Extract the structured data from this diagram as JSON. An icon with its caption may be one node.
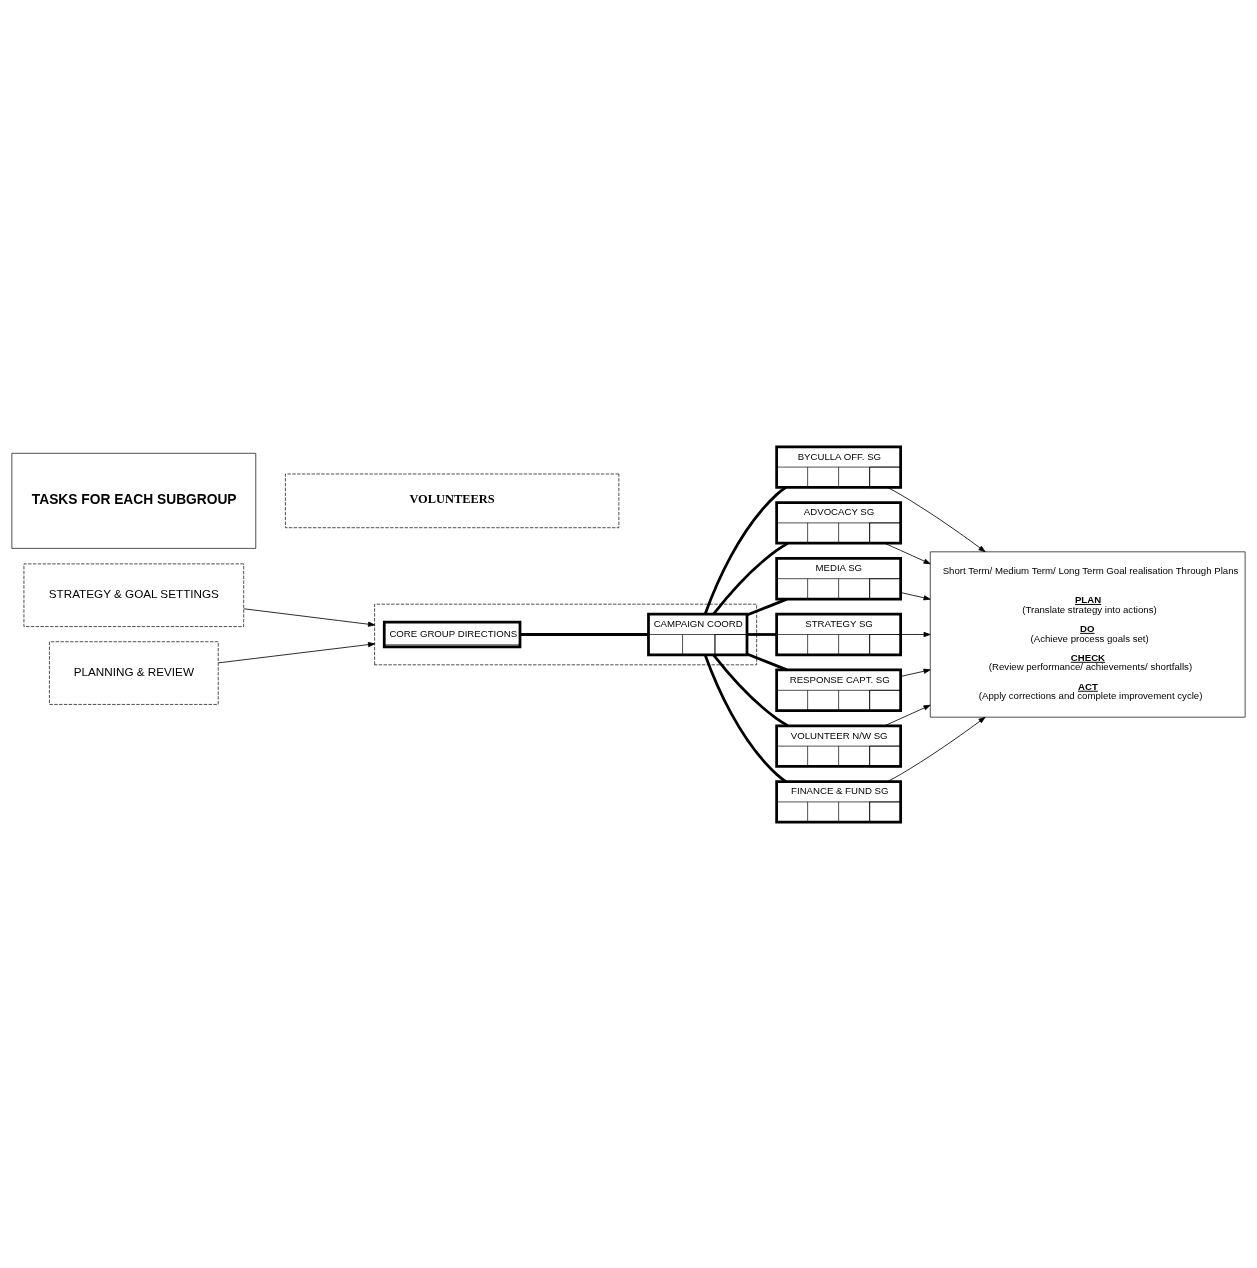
{
  "diagram": {
    "nodes": [
      {
        "text": [
          "STRATEGY & GOAL SETTINGS"
        ]
      },
      {
        "text": [],
        "shape": "box"
      },
      {
        "text": [
          "CORE GROUP DIRECTIONS"
        ],
        "in": 1
      },
      {
        "text": [
          "CAMPAIGN COORD"
        ],
        "in": 1
      },
      {
        "text": [
          "PLANNING & REVIEW"
        ]
      },
      {
        "text": [
          "TASKS FOR EACH SUBGROUP"
        ]
      },
      {
        "text": [
          "BYCULLA OFF. SG"
        ]
      },
      {
        "text": [
          "ADVOCACY SG"
        ]
      },
      {
        "text": [
          "MEDIA SG"
        ]
      },
      {
        "text": [
          "STRATEGY SG"
        ]
      },
      {
        "text": [
          "RESPONSE CAPT. SG"
        ]
      },
      {
        "text": [
          "VOLUNTEER N/W SG"
        ]
      },
      {
        "text": [
          "FINANCE & FUND SG"
        ]
      },
      {
        "text": [
          "Short Term/ Medium Term/ Long Term Goal realisation Through Plans",
          "PLAN",
          "(Translate strategy into actions)",
          "DO",
          "(Achieve process goals set)",
          "CHECK",
          "(Review performance/ achievements/ shortfalls)",
          "ACT",
          "(Apply corrections and complete improvement cycle)"
        ]
      },
      {
        "text": [
          "VOLUNTEERS"
        ]
      }
    ],
    "edges": [
      {
        "from": 0,
        "to": 1,
        "arrow": "to"
      },
      {
        "from": 4,
        "to": 1,
        "arrow": "to"
      },
      {
        "from": 2,
        "to": 3,
        "arrow": "none",
        "style": "thick"
      },
      {
        "from": 3,
        "to": 6,
        "arrow": "none",
        "style": "thick"
      },
      {
        "from": 3,
        "to": 7,
        "arrow": "none",
        "style": "thick"
      },
      {
        "from": 3,
        "to": 8,
        "arrow": "none",
        "style": "thick"
      },
      {
        "from": 3,
        "to": 9,
        "arrow": "none",
        "style": "thick"
      },
      {
        "from": 3,
        "to": 10,
        "arrow": "none",
        "style": "thick"
      },
      {
        "from": 3,
        "to": 11,
        "arrow": "none",
        "style": "thick"
      },
      {
        "from": 3,
        "to": 12,
        "arrow": "none",
        "style": "thick"
      },
      {
        "from": 6,
        "to": 13,
        "arrow": "to"
      },
      {
        "from": 7,
        "to": 13,
        "arrow": "to"
      },
      {
        "from": 8,
        "to": 13,
        "arrow": "to"
      },
      {
        "from": 9,
        "to": 13,
        "arrow": "to"
      },
      {
        "from": 10,
        "to": 13,
        "arrow": "to"
      },
      {
        "from": 11,
        "to": 13,
        "arrow": "to"
      },
      {
        "from": 12,
        "to": 13,
        "arrow": "to"
      }
    ]
  }
}
